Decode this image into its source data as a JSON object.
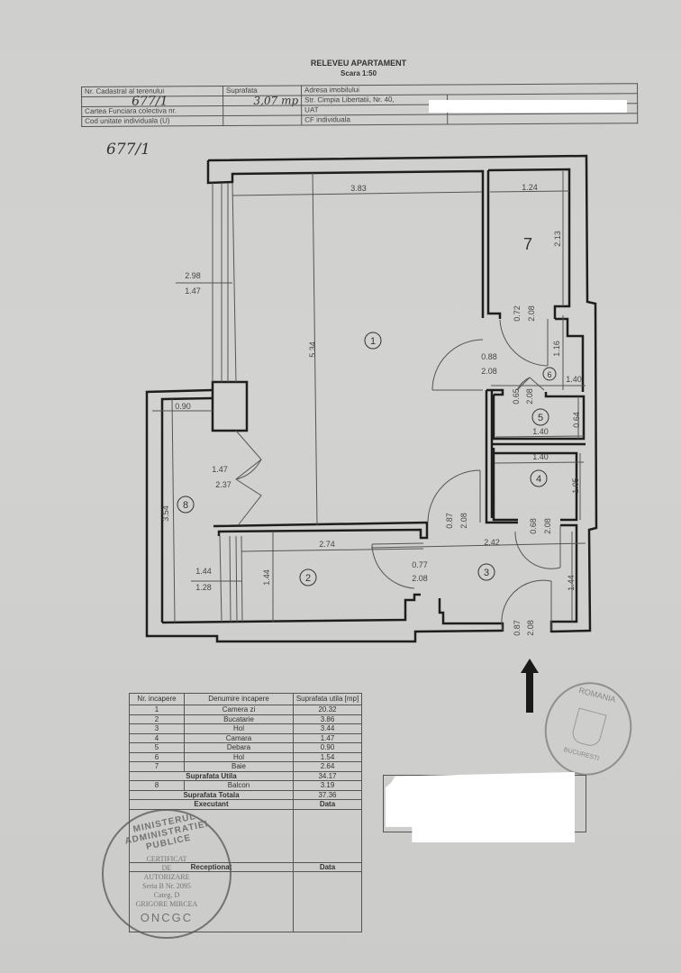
{
  "document": {
    "title": "RELEVEU APARTAMENT",
    "scale": "Scara 1:50"
  },
  "header_table": {
    "cadastral_label": "Nr. Cadastral al terenului",
    "cadastral_value": "677/1",
    "surface_label": "Suprafata",
    "surface_value": "3,07 mp",
    "address_label": "Adresa imobilului",
    "address_value": "Str. Cimpia Libertatii, Nr. 40,",
    "cf_collective_label": "Cartea Funciara colectiva nr.",
    "uat_label": "UAT",
    "unit_code_label": "Cod unitate individuala (U)",
    "cf_individual_label": "CF individuala",
    "handwritten_note": "677/1"
  },
  "plan": {
    "room_labels": [
      "1",
      "2",
      "3",
      "4",
      "5",
      "6",
      "7",
      "8"
    ],
    "dimensions": {
      "room1_width": "3.83",
      "room1_height": "5.34",
      "window1_top": "2.98",
      "window1_bottom": "1.47",
      "room7_width": "1.24",
      "room7_height": "2.13",
      "door7_top": "0.72",
      "door7_bottom": "2.08",
      "door1_top": "0.88",
      "door1_bottom": "2.08",
      "room6_height": "1.16",
      "room6_width": "1.40",
      "door5_top": "0.65",
      "door5_bottom": "2.08",
      "room5_width": "1.40",
      "room5_height": "0.64",
      "room4_width": "1.40",
      "room4_height": "1.05",
      "door4_top": "0.68",
      "door4_bottom": "2.08",
      "door3_top": "0.87",
      "door3_bottom": "2.08",
      "room3_width": "2.42",
      "door2_top": "0.77",
      "door2_bottom": "2.08",
      "room3_height": "1.44",
      "entry_door_top": "0.87",
      "entry_door_bottom": "2.08",
      "room8_width": "0.90",
      "room8_height": "3.54",
      "balcony_door_top": "1.47",
      "balcony_door_bottom": "2.37",
      "room2_width": "2.74",
      "room2_height": "1.44",
      "window2_top": "1.44",
      "window2_bottom": "1.28"
    }
  },
  "rooms_table": {
    "headers": [
      "Nr. incapere",
      "Denumire incapere",
      "Suprafata utila [mp]"
    ],
    "rows": [
      {
        "nr": "1",
        "name": "Camera zi",
        "area": "20.32"
      },
      {
        "nr": "2",
        "name": "Bucatarie",
        "area": "3.86"
      },
      {
        "nr": "3",
        "name": "Hol",
        "area": "3.44"
      },
      {
        "nr": "4",
        "name": "Camara",
        "area": "1.47"
      },
      {
        "nr": "5",
        "name": "Debara",
        "area": "0.90"
      },
      {
        "nr": "6",
        "name": "Hol",
        "area": "1.54"
      },
      {
        "nr": "7",
        "name": "Baie",
        "area": "2.64"
      }
    ],
    "useful_label": "Suprafata Utila",
    "useful_value": "34.17",
    "balcony": {
      "nr": "8",
      "name": "Balcon",
      "area": "3.19"
    },
    "total_label": "Suprafata Totala",
    "total_value": "37.36",
    "executant_label": "Executant",
    "date_label": "Data",
    "receptionat_label": "Receptionat",
    "date_label_2": "Data"
  },
  "stamps": {
    "left_stamp_ring": "MINISTERUL ADMINISTRATIEI PUBLICE",
    "left_stamp_bottom": "ONCGC",
    "left_stamp_inner": [
      "CERTIFICAT",
      "DE",
      "AUTORIZARE",
      "Seria B Nr. 2095",
      "Categ. D",
      "GRIGORE MIRCEA"
    ],
    "right_stamp_ring": "ROMANIA",
    "right_stamp_city": "BUCURESTI"
  },
  "north_arrow": "north-arrow"
}
